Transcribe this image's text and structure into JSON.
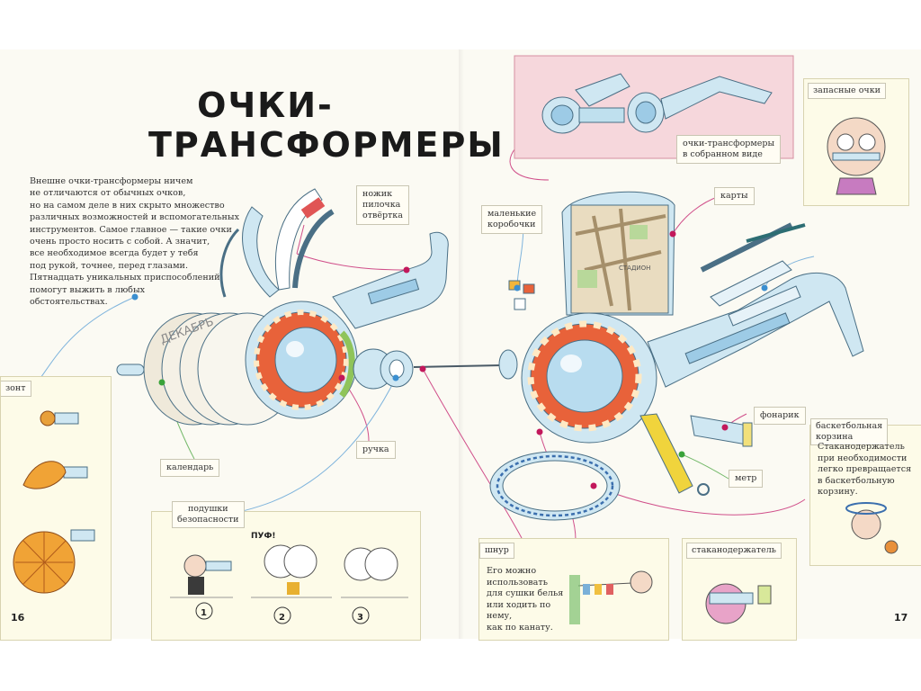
{
  "title": {
    "line1": "ОЧКИ-",
    "line2": "ТРАНСФОРМЕРЫ"
  },
  "intro": [
    "Внешне очки-трансформеры ничем",
    "не отличаются от обычных очков,",
    "но на самом деле в них скрыто множество",
    "различных возможностей и вспомогательных",
    "инструментов. Самое главное — такие очки",
    "очень просто носить с собой. А значит,",
    "все необходимое всегда будет у тебя",
    "под рукой, точнее, перед глазами.",
    "Пятнадцать уникальных приспособлений",
    "помогут выжить в любых",
    "обстоятельствах."
  ],
  "labels": {
    "knife": [
      "ножик",
      "пилочка",
      "отвёртка"
    ],
    "boxes": [
      "маленькие",
      "коробочки"
    ],
    "maps": "карты",
    "calendar": "календарь",
    "handle": "ручка",
    "flashlight": "фонарик",
    "meter": "метр",
    "assembled": [
      "очки-трансформеры",
      "в собранном виде"
    ]
  },
  "panels": {
    "umbrella": {
      "title": "зонт"
    },
    "cushions": {
      "title": [
        "подушки",
        "безопасности"
      ],
      "steps": [
        "1",
        "2",
        "3"
      ],
      "sound": "ПУФ!"
    },
    "cord": {
      "title": "шнур",
      "text": [
        "Его можно",
        "использовать",
        "для сушки белья",
        "или ходить по нему,",
        "как по канату."
      ]
    },
    "cupholder": {
      "title": "стаканодержатель"
    },
    "spare": {
      "title": "запасные очки"
    },
    "basket": {
      "title": [
        "баскетбольная",
        "корзина"
      ],
      "text": [
        "Стаканодержатель",
        "при необходимости",
        "легко превращается",
        "в баскетбольную",
        "корзину."
      ]
    }
  },
  "calendar_text": "ДЕКАБРЬ",
  "map_text": "СТАДИОН",
  "page_numbers": {
    "left": "16",
    "right": "17"
  },
  "colors": {
    "accent_pink": "#c2185b",
    "glass_blue": "#b8dcef",
    "stripe_orange": "#e8623a",
    "panel_bg": "#fdfbe8",
    "pink_panel": "#f6d7dc"
  }
}
